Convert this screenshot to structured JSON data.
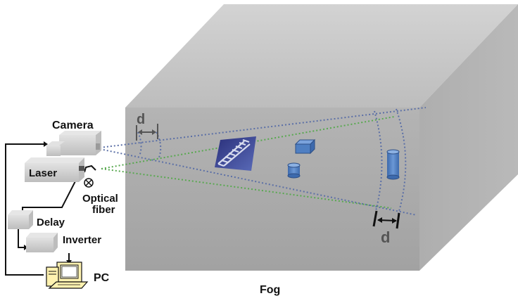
{
  "labels": {
    "camera": "Camera",
    "laser": "Laser",
    "optical_fiber_line1": "Optical",
    "optical_fiber_line2": "fiber",
    "delay": "Delay",
    "inverter": "Inverter",
    "pc": "PC",
    "fog": "Fog",
    "d_near": "d",
    "d_far": "d"
  },
  "colors": {
    "box_front": "#a9a9a9",
    "box_top": "#c9c9c9",
    "box_side": "#b2b2b2",
    "device_face": "#d4d4d4",
    "camera_beam": "#5b6fa6",
    "laser_beam": "#58a84f",
    "object_blue": "#4f7fc2",
    "wire": "#111111",
    "pc_body": "#fff2b0"
  }
}
